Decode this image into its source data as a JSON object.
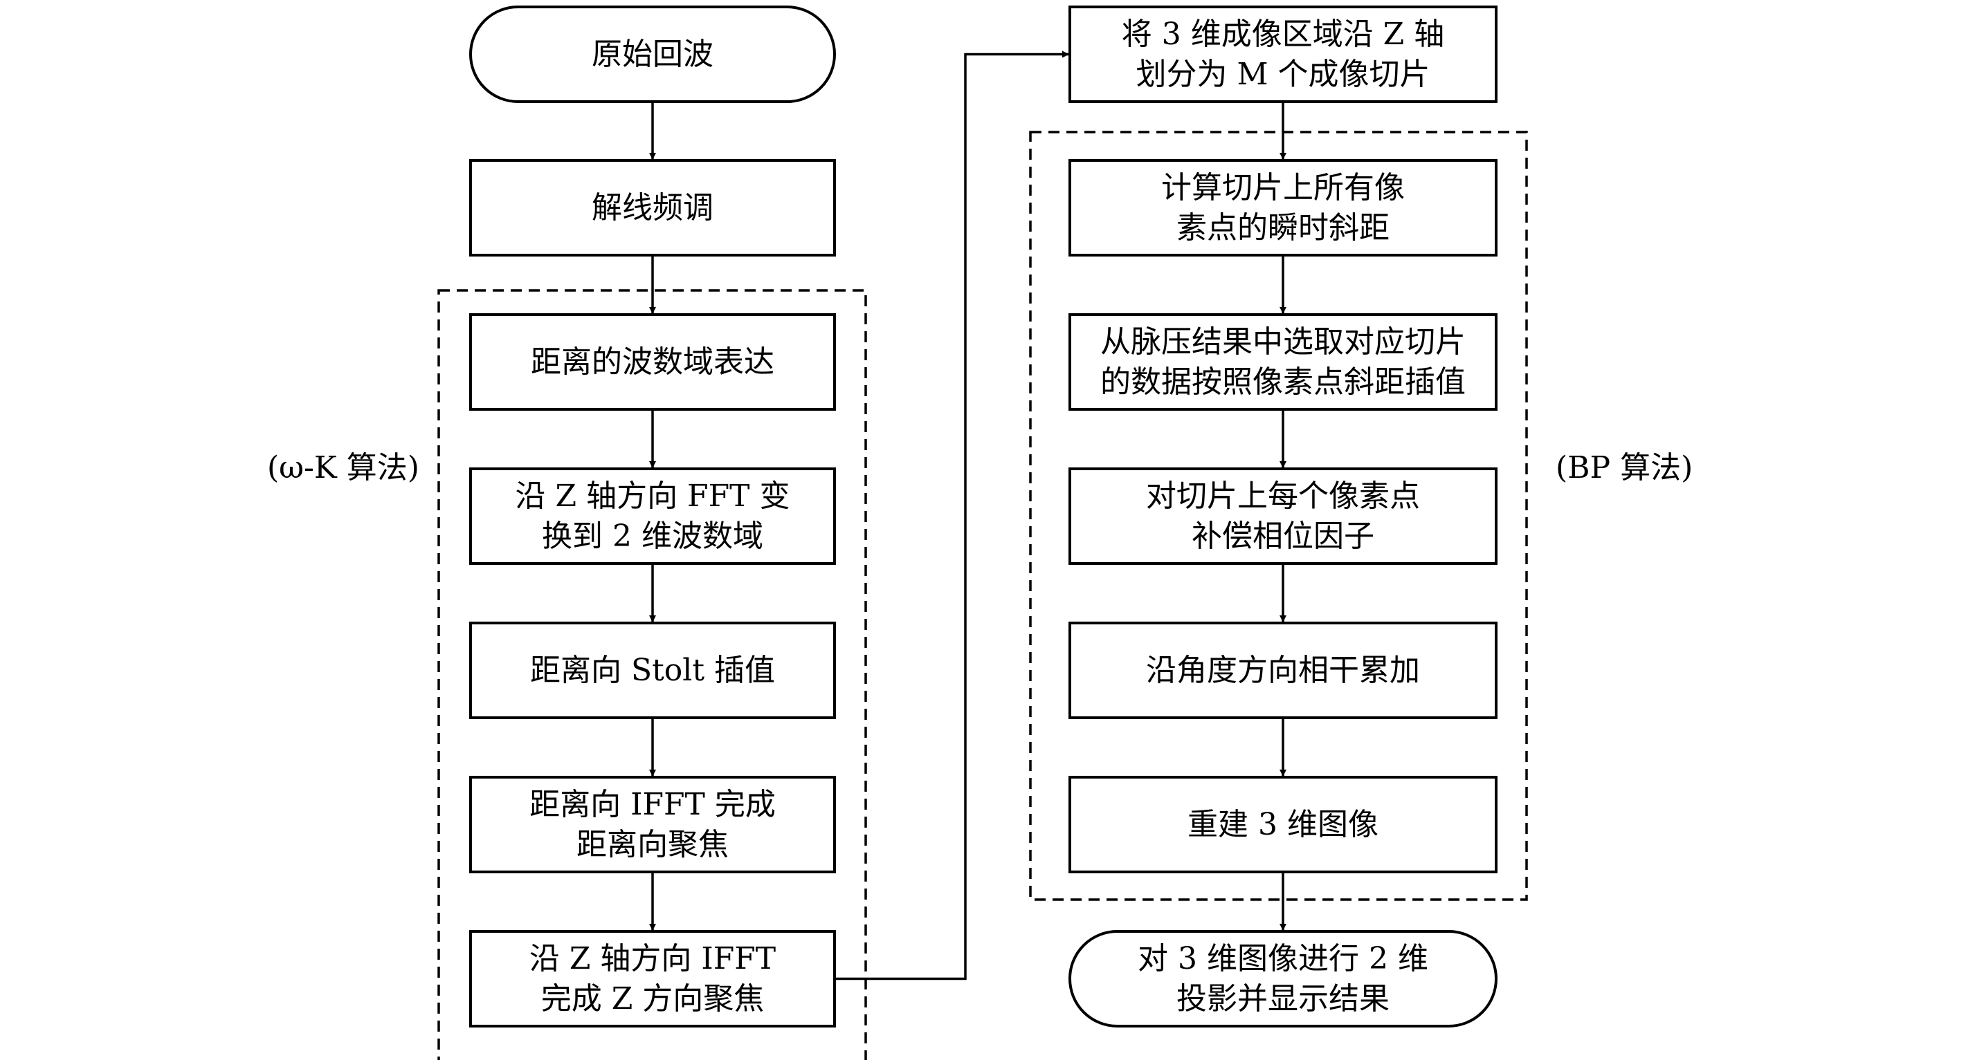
{
  "diagram": {
    "left_column": [
      {
        "id": "n1",
        "lines": [
          "原始回波"
        ],
        "shape": "terminal"
      },
      {
        "id": "n2",
        "lines": [
          "解线频调"
        ],
        "shape": "process"
      },
      {
        "id": "n3",
        "lines": [
          "距离的波数域表达"
        ],
        "shape": "process"
      },
      {
        "id": "n4",
        "lines": [
          "沿 Z 轴方向 FFT 变",
          "换到 2 维波数域"
        ],
        "shape": "process"
      },
      {
        "id": "n5",
        "lines": [
          "距离向 Stolt 插值"
        ],
        "shape": "process"
      },
      {
        "id": "n6",
        "lines": [
          "距离向 IFFT 完成",
          "距离向聚焦"
        ],
        "shape": "process"
      },
      {
        "id": "n7",
        "lines": [
          "沿 Z 轴方向 IFFT",
          "完成 Z 方向聚焦"
        ],
        "shape": "process"
      }
    ],
    "right_column": [
      {
        "id": "m1",
        "lines": [
          "将 3 维成像区域沿 Z 轴",
          "划分为 M 个成像切片"
        ],
        "shape": "process"
      },
      {
        "id": "m2",
        "lines": [
          "计算切片上所有像",
          "素点的瞬时斜距"
        ],
        "shape": "process"
      },
      {
        "id": "m3",
        "lines": [
          "从脉压结果中选取对应切片",
          "的数据按照像素点斜距插值"
        ],
        "shape": "process"
      },
      {
        "id": "m4",
        "lines": [
          "对切片上每个像素点",
          "补偿相位因子"
        ],
        "shape": "process"
      },
      {
        "id": "m5",
        "lines": [
          "沿角度方向相干累加"
        ],
        "shape": "process"
      },
      {
        "id": "m6",
        "lines": [
          "重建 3 维图像"
        ],
        "shape": "process"
      },
      {
        "id": "m7",
        "lines": [
          "对 3 维图像进行 2 维",
          "投影并显示结果"
        ],
        "shape": "terminal"
      }
    ],
    "groups": {
      "left_label": "(ω-K 算法)",
      "right_label": "(BP 算法)"
    },
    "edges": [
      {
        "from": "n1",
        "to": "n2"
      },
      {
        "from": "n2",
        "to": "n3"
      },
      {
        "from": "n3",
        "to": "n4"
      },
      {
        "from": "n4",
        "to": "n5"
      },
      {
        "from": "n5",
        "to": "n6"
      },
      {
        "from": "n6",
        "to": "n7"
      },
      {
        "from": "n7",
        "to": "m1"
      },
      {
        "from": "m1",
        "to": "m2"
      },
      {
        "from": "m2",
        "to": "m3"
      },
      {
        "from": "m3",
        "to": "m4"
      },
      {
        "from": "m4",
        "to": "m5"
      },
      {
        "from": "m5",
        "to": "m6"
      },
      {
        "from": "m6",
        "to": "m7"
      }
    ],
    "colors": {
      "stroke": "#000000",
      "background": "#ffffff"
    }
  }
}
